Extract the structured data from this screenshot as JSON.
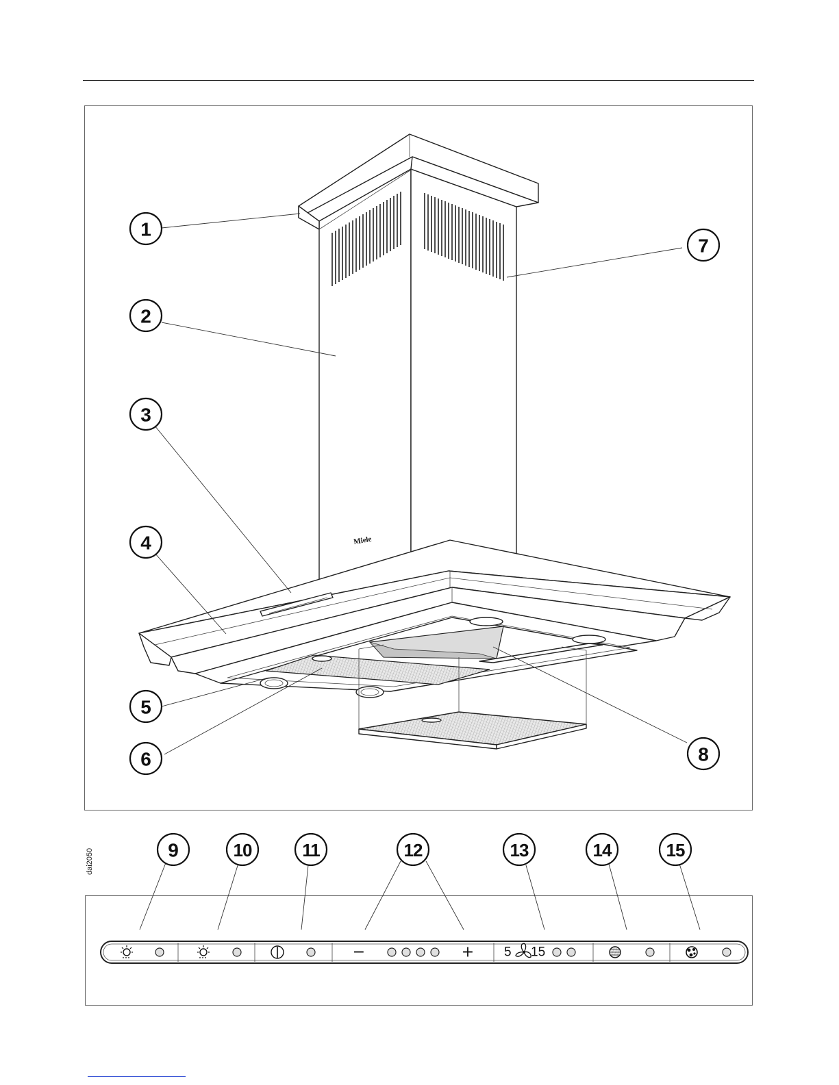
{
  "figure": {
    "brand_text": "Miele",
    "drawing_code": "dai2050",
    "callouts": [
      "1",
      "2",
      "3",
      "4",
      "5",
      "6",
      "7",
      "8"
    ]
  },
  "control_panel": {
    "callouts": [
      "9",
      "10",
      "11",
      "12",
      "13",
      "14",
      "15"
    ],
    "fan_label_low": "5",
    "fan_label_high": "15",
    "minus_symbol": "−",
    "plus_symbol": "+"
  },
  "colors": {
    "line": "#222222",
    "frame": "#666666",
    "filter_fill": "#e4e4e4",
    "footer_link": "#3a55d6"
  }
}
